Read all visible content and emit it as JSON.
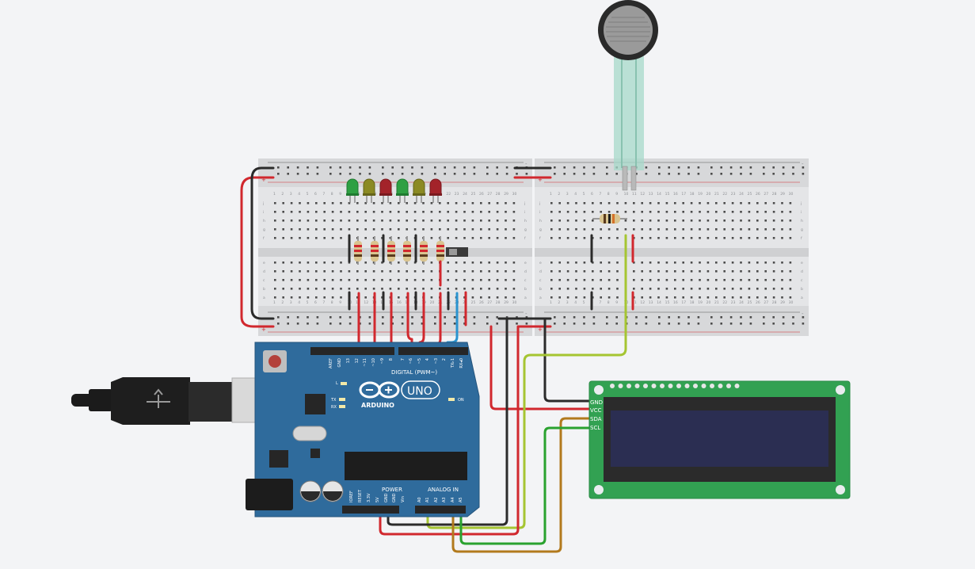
{
  "arduino": {
    "brand": "ARDUINO",
    "model": "UNO",
    "power_label": "POWER",
    "analog_label": "ANALOG IN",
    "digital_label": "DIGITAL (PWM~)",
    "led_tx": "TX",
    "led_rx": "RX",
    "led_l": "L",
    "led_on": "ON",
    "digital_pins": [
      "AREF",
      "GND",
      "13",
      "12",
      "~11",
      "~10",
      "~9",
      "8",
      "7",
      "~6",
      "~5",
      "4",
      "~3",
      "2",
      "TX▹1",
      "RX◂0"
    ],
    "power_pins": [
      "IOREF",
      "RESET",
      "3.3V",
      "5V",
      "GND",
      "GND",
      "Vin"
    ],
    "analog_pins": [
      "A0",
      "A1",
      "A2",
      "A3",
      "A4",
      "A5"
    ]
  },
  "lcd": {
    "pin_labels": [
      "GND",
      "VCC",
      "SDA",
      "SCL"
    ]
  },
  "breadboard": {
    "row_letters_top": [
      "j",
      "i",
      "h",
      "g",
      "f"
    ],
    "row_letters_bottom": [
      "e",
      "d",
      "c",
      "b",
      "a"
    ],
    "column_count": 30,
    "rail_plus": "+",
    "rail_minus": "-"
  },
  "components": {
    "leds": [
      "green",
      "olive",
      "red",
      "green",
      "olive",
      "red"
    ],
    "colors": {
      "board_blue": "#2f6b9c",
      "lcd_green": "#32a152",
      "lcd_screen": "#2b2e52",
      "wire_red": "#d1282e",
      "wire_black": "#2b2b2b",
      "wire_green": "#2aa22f",
      "wire_lime": "#a5c532",
      "wire_brown": "#b27a1d",
      "wire_blue": "#2a93cf"
    }
  }
}
